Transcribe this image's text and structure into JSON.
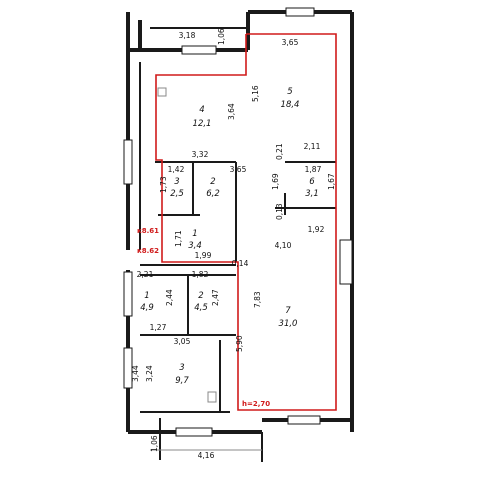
{
  "rooms": [
    {
      "no": "1",
      "area": "3,4"
    },
    {
      "no": "2",
      "area": "6,2"
    },
    {
      "no": "3",
      "area": "2,5"
    },
    {
      "no": "4",
      "area": "12,1"
    },
    {
      "no": "5",
      "area": "18,4"
    },
    {
      "no": "6",
      "area": "3,1"
    },
    {
      "no": "7",
      "area": "31,0"
    },
    {
      "no": "1",
      "area": "4,9"
    },
    {
      "no": "2",
      "area": "4,5"
    },
    {
      "no": "3",
      "area": "9,7"
    }
  ],
  "dimensions": {
    "d318": "3,18",
    "d106a": "1,06",
    "d365a": "3,65",
    "d516": "5,16",
    "d364": "3,64",
    "d332": "3,32",
    "d211": "2,11",
    "d021": "0,21",
    "d187": "1,87",
    "d142": "1,42",
    "d365b": "3,65",
    "d173": "1,73",
    "d169": "1,69",
    "d167": "1,67",
    "d013": "0,13",
    "d192": "1,92",
    "d410": "4,10",
    "d171": "1,71",
    "d199": "1,99",
    "d014": "0,14",
    "d221": "2,21",
    "d182": "1,82",
    "d244": "2,44",
    "d247": "2,47",
    "d783": "7,83",
    "d127": "1,27",
    "d590": "5,90",
    "d305": "3,05",
    "d344": "3,44",
    "d324": "3,24",
    "d106b": "1,06",
    "d416": "4,16"
  },
  "marks": {
    "k861": "к8.61",
    "k862": "к8.62",
    "height": "h=2,70"
  },
  "colors": {
    "highlight": "#d01a1a",
    "walls": "#1a1a1a"
  }
}
